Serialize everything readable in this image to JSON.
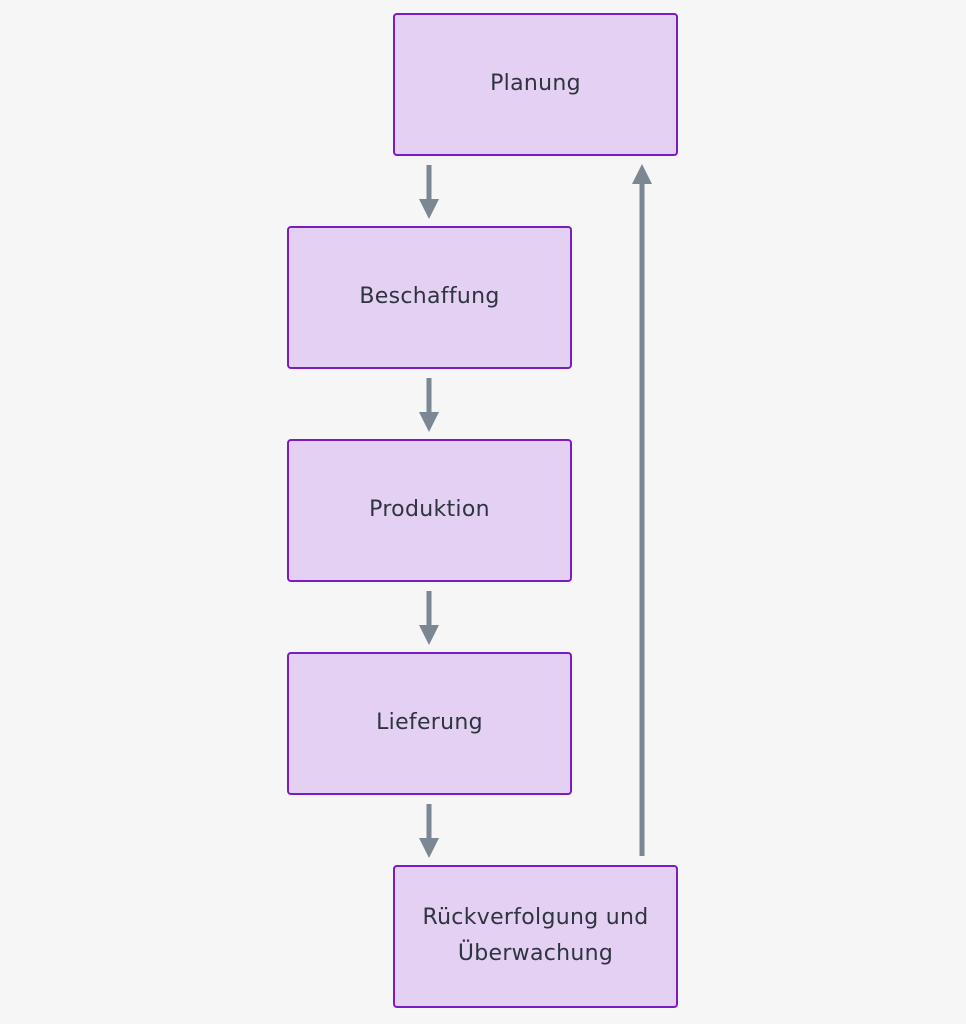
{
  "nodes": [
    {
      "id": "planung",
      "label": "Planung"
    },
    {
      "id": "beschaffung",
      "label": "Beschaffung"
    },
    {
      "id": "produktion",
      "label": "Produktion"
    },
    {
      "id": "lieferung",
      "label": "Lieferung"
    },
    {
      "id": "rueck",
      "label": "Rückverfolgung und Überwachung"
    }
  ],
  "edges": [
    {
      "from": "planung",
      "to": "beschaffung"
    },
    {
      "from": "beschaffung",
      "to": "produktion"
    },
    {
      "from": "produktion",
      "to": "lieferung"
    },
    {
      "from": "lieferung",
      "to": "rueck"
    },
    {
      "from": "rueck",
      "to": "planung"
    }
  ],
  "colors": {
    "background": "#f6f6f6",
    "node_fill": "#e4d0f2",
    "node_border": "#7a1dc0",
    "node_text": "#2e3440",
    "edge": "#7b8793"
  }
}
